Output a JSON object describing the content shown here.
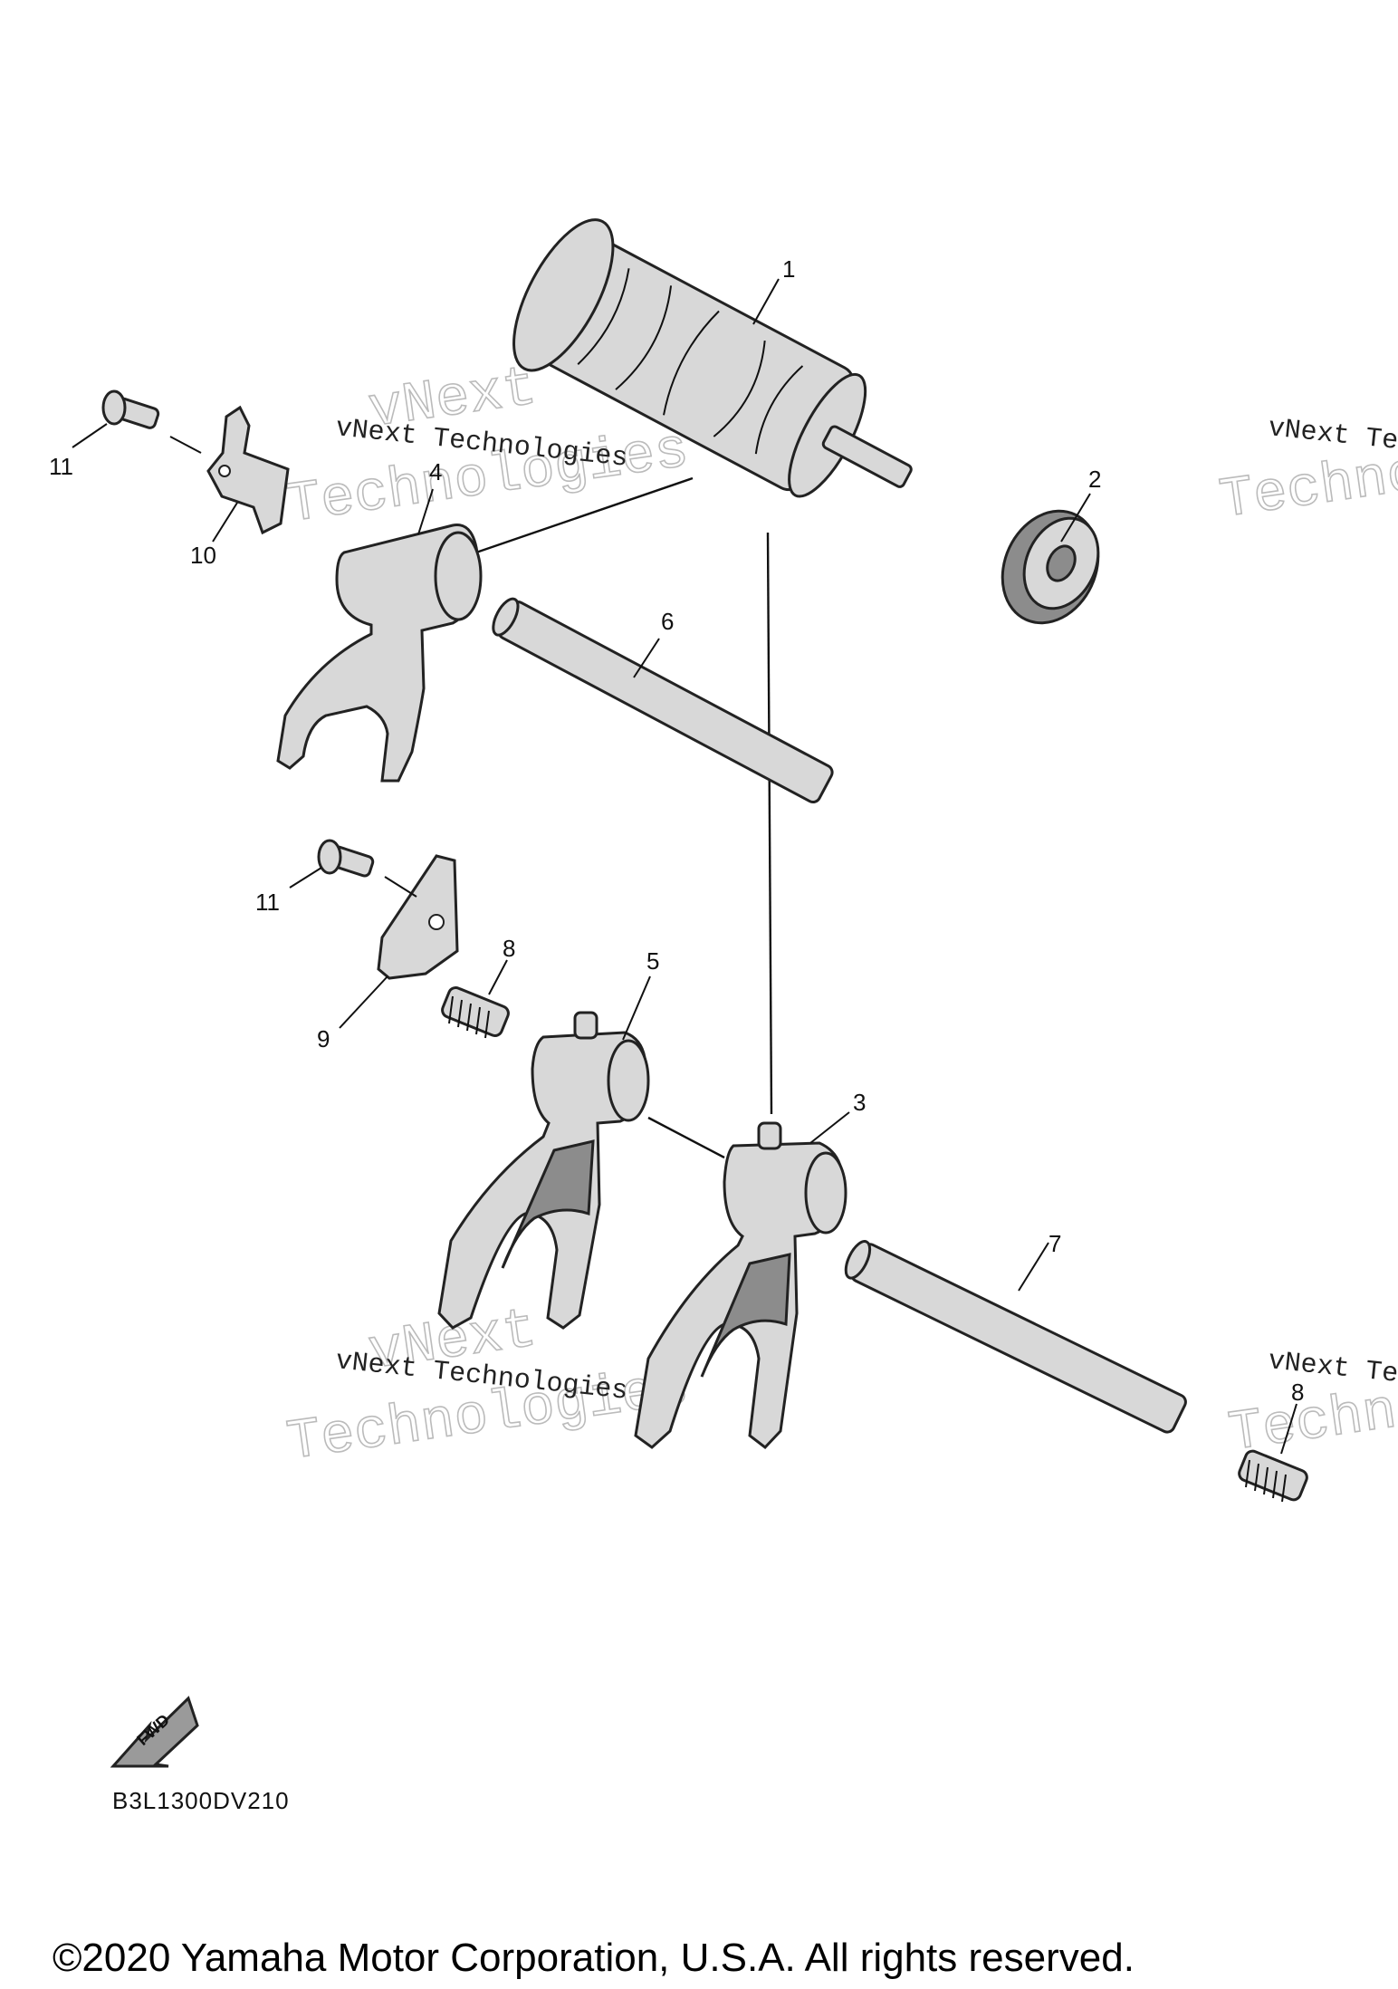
{
  "callouts": [
    {
      "id": "1",
      "label": "1"
    },
    {
      "id": "2",
      "label": "2"
    },
    {
      "id": "3",
      "label": "3"
    },
    {
      "id": "4",
      "label": "4"
    },
    {
      "id": "5",
      "label": "5"
    },
    {
      "id": "6",
      "label": "6"
    },
    {
      "id": "7",
      "label": "7"
    },
    {
      "id": "8a",
      "label": "8"
    },
    {
      "id": "8b",
      "label": "8"
    },
    {
      "id": "9",
      "label": "9"
    },
    {
      "id": "10",
      "label": "10"
    },
    {
      "id": "11a",
      "label": "11"
    },
    {
      "id": "11b",
      "label": "11"
    }
  ],
  "watermark": {
    "line1": "vNext Technologies",
    "big1": "vNext",
    "big2": "Technologies",
    "partial1": "vNext Tec",
    "partial2": "Techno"
  },
  "fwd_label": "FWD",
  "diagram_code": "B3L1300DV210",
  "copyright": "©2020 Yamaha Motor Corporation, U.S.A. All rights reserved."
}
